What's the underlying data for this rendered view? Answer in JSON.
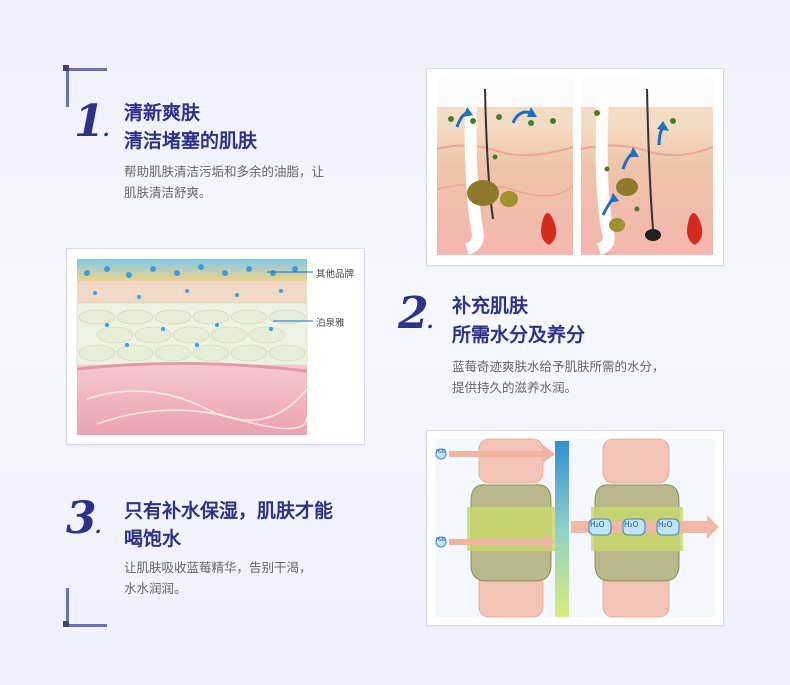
{
  "steps": [
    {
      "number": "1",
      "title_line1": "清新爽肤",
      "title_line2": "清洁堵塞的肌肤",
      "desc_line1": "帮助肌肤清洁污垢和多余的油脂，让",
      "desc_line2": "肌肤清洁舒爽。"
    },
    {
      "number": "2",
      "title_line1": "补充肌肤",
      "title_line2": "所需水分及养分",
      "desc_line1": "蓝莓奇迹爽肤水给予肌肤所需的水分，",
      "desc_line2": "提供持久的滋养水润。"
    },
    {
      "number": "3",
      "title_line1": "只有补水保湿，肌肤才能",
      "title_line2": "喝饱水",
      "desc_line1": "让肌肤吸收蓝莓精华，告别干渴，",
      "desc_line2": "水水润润。"
    }
  ],
  "skin_diagram": {
    "label_top": "其他品牌",
    "label_bottom": "泊泉雅"
  },
  "molecule_diagram": {
    "water_labels": [
      "H₂O",
      "H₂O",
      "H₂O"
    ],
    "small_labels": [
      "H₂O",
      "H₂O"
    ]
  },
  "colors": {
    "accent": "#2d3288",
    "bracket": "#6b6fb8",
    "text": "#666666"
  }
}
